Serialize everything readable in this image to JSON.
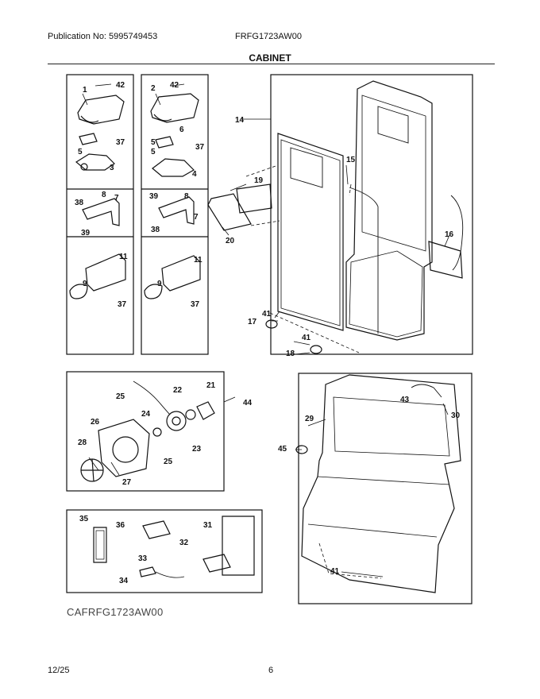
{
  "header": {
    "publication": "Publication No: 5995749453",
    "model": "FRFG1723AW00"
  },
  "title": "CABINET",
  "diagram_id": "CAFRFG1723AW00",
  "footer": {
    "date": "12/25",
    "page": "6"
  },
  "callouts": [
    "1",
    "2",
    "3",
    "4",
    "5",
    "6",
    "7",
    "8",
    "9",
    "11",
    "14",
    "15",
    "16",
    "17",
    "18",
    "19",
    "20",
    "21",
    "22",
    "23",
    "24",
    "25",
    "26",
    "27",
    "28",
    "29",
    "30",
    "31",
    "32",
    "33",
    "34",
    "35",
    "36",
    "37",
    "38",
    "39",
    "41",
    "42",
    "43",
    "44",
    "45"
  ]
}
